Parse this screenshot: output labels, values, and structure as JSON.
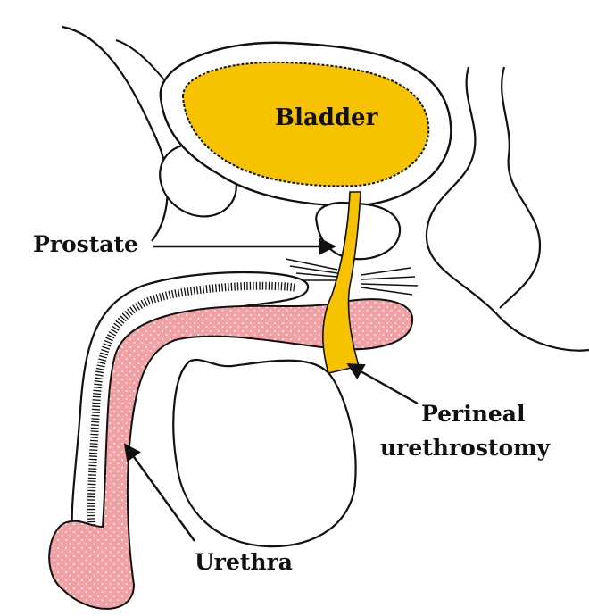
{
  "diagram": {
    "labels": {
      "bladder": "Bladder",
      "prostate": "Prostate",
      "perineal_line1": "Perineal",
      "perineal_line2": "urethrostomy",
      "urethra": "Urethra"
    }
  },
  "colors": {
    "bladder_fill": "#f7c300",
    "tissue_fill": "#f1a1a3",
    "outline": "#111111",
    "background": "#ffffff"
  }
}
